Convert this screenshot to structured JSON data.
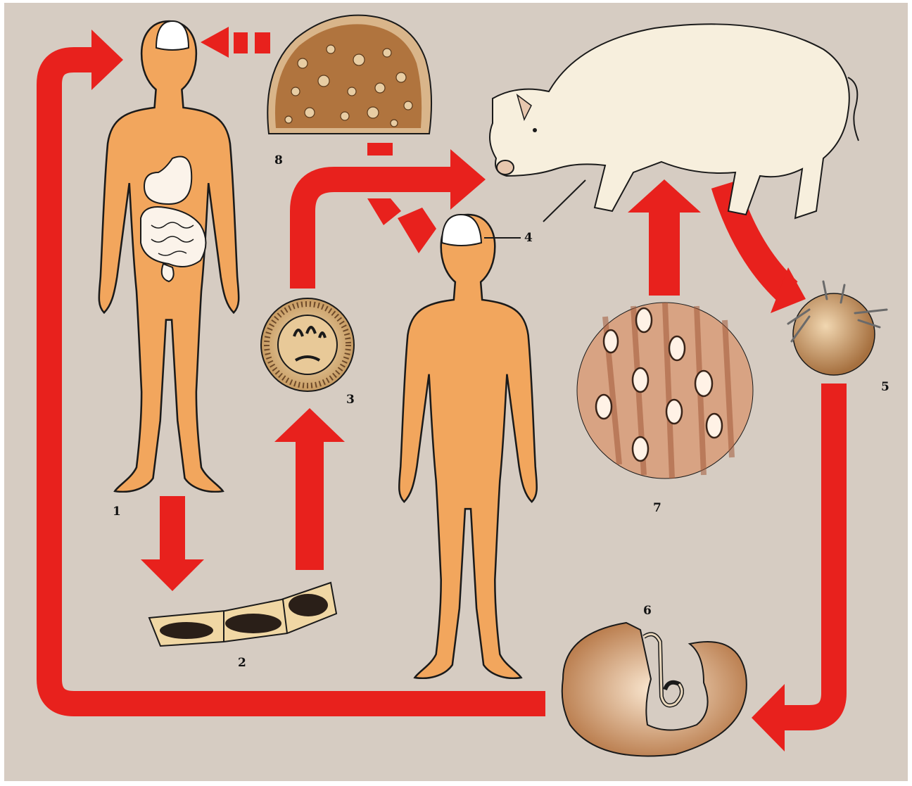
{
  "colors": {
    "background": "#d6ccc2",
    "arrow": "#e8211d",
    "body": "#f2a65d",
    "outline": "#1a1a1a",
    "pig": "#f7efdd",
    "brain": "#c48a4e",
    "muscle": "#d8a383"
  },
  "labels": {
    "l1": "1",
    "l2": "2",
    "l3": "3",
    "l4": "4",
    "l5": "5",
    "l6": "6",
    "l7": "7",
    "l8": "8"
  },
  "icons": [
    "human-figure",
    "pig",
    "proglottids",
    "egg",
    "oncosphere",
    "cysticercus",
    "muscle-cysts",
    "brain-section"
  ]
}
